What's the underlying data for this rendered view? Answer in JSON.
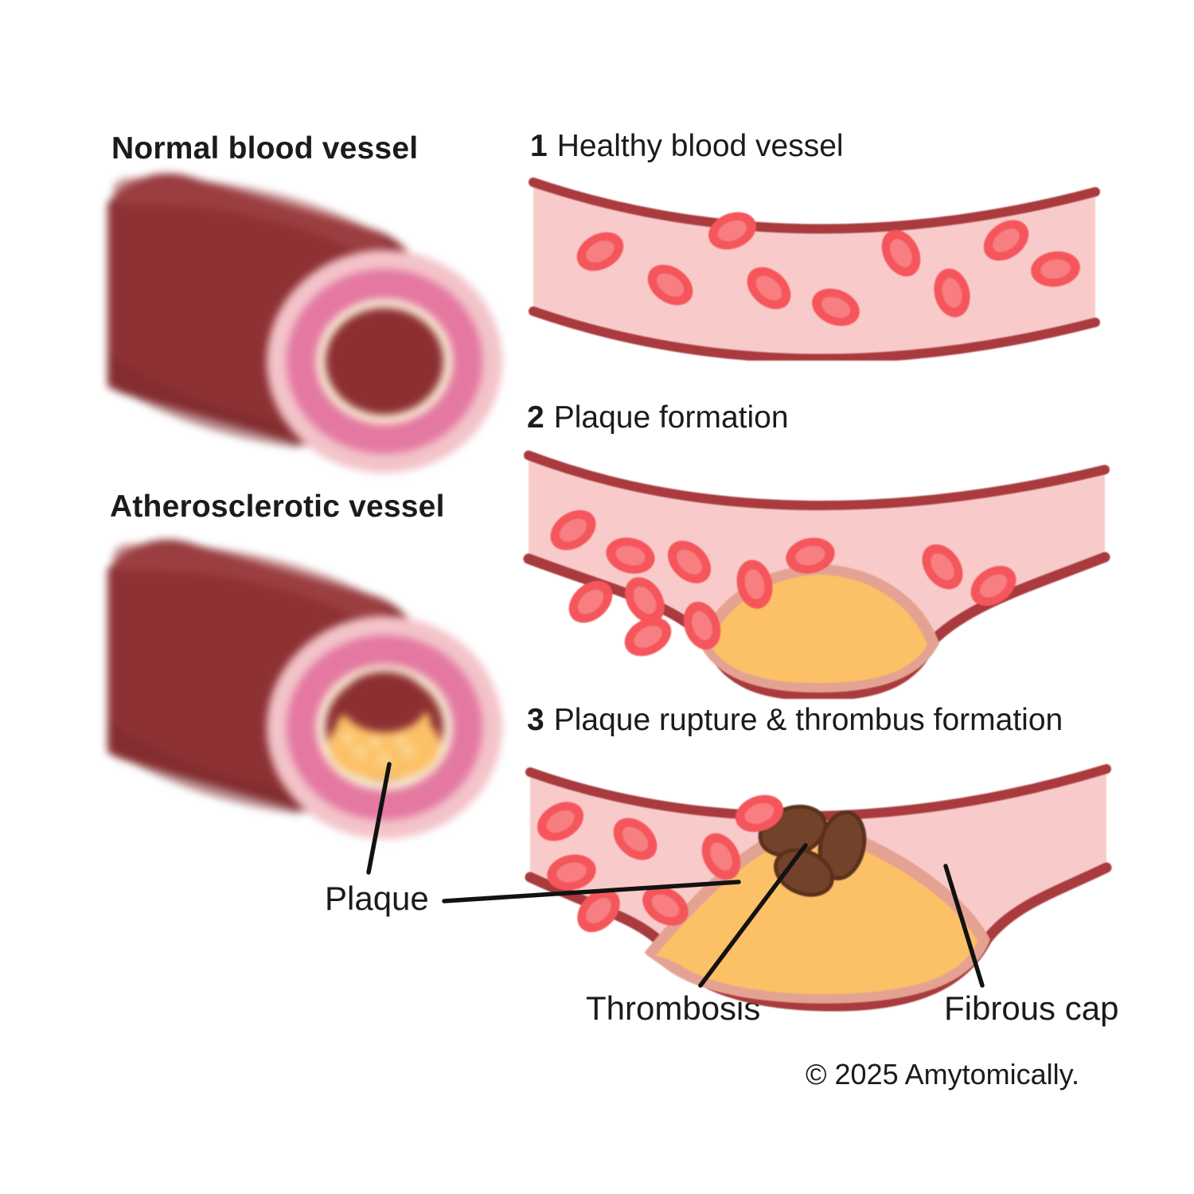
{
  "left_column": {
    "normal_vessel_label": "Normal blood vessel",
    "atherosclerotic_vessel_label": "Atherosclerotic vessel",
    "plaque_annotation": "Plaque"
  },
  "stages": [
    {
      "number": "1",
      "title": "Healthy blood vessel"
    },
    {
      "number": "2",
      "title": "Plaque formation"
    },
    {
      "number": "3",
      "title": "Plaque rupture & thrombus formation"
    }
  ],
  "annotations": {
    "thrombosis_label": "Thrombosis",
    "fibrous_cap_label": "Fibrous cap"
  },
  "footer": {
    "copyright": "© 2025 Amytomically."
  },
  "colors": {
    "ink": "#1b1b1b",
    "wall-red": "#a93a3d",
    "lumen-pink": "#f8cbca",
    "rbc-red": "#f4565c",
    "rbc-light": "#f77e81",
    "plaque-yellow": "#fcc167",
    "cap-tan": "#e4a392",
    "thrombus-brown": "#73422a",
    "thrombus-dark": "#5a321c",
    "body-red": "#8d3134",
    "ring-outer-pink": "#f3c3c9",
    "ring-pink": "#e478a1",
    "ring-cream": "#f7e7d0",
    "lumen-dark": "#8c2f33",
    "leader-line": "#121212"
  }
}
